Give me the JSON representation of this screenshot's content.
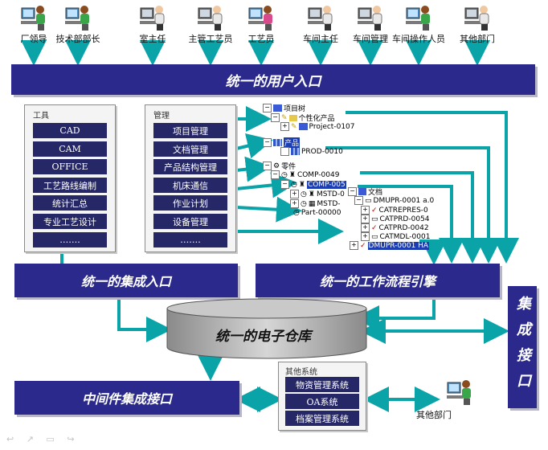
{
  "roles": [
    {
      "label": "厂领导",
      "icon": "female-operator-icon"
    },
    {
      "label": "技术部部长",
      "icon": "female-operator-icon"
    },
    {
      "label": "室主任",
      "icon": "male-operator-icon"
    },
    {
      "label": "主管工艺员",
      "icon": "male-operator-icon"
    },
    {
      "label": "工艺员",
      "icon": "female-operator-icon"
    },
    {
      "label": "车间主任",
      "icon": "male-operator-icon"
    },
    {
      "label": "车间管理",
      "icon": "male-operator-icon"
    },
    {
      "label": "车间操作人员",
      "icon": "female-operator-icon"
    },
    {
      "label": "其他部门",
      "icon": "male-operator-icon"
    }
  ],
  "banners": {
    "user_entry": "统一的用户入口",
    "integration_entry": "统一的集成入口",
    "workflow_engine": "统一的工作流程引擎",
    "repository": "统一的电子仓库",
    "middleware": "中间件集成接口",
    "integration_interface": "集成接口"
  },
  "tools_panel": {
    "title": "工具",
    "items": [
      "CAD",
      "CAM",
      "OFFICE",
      "工艺路线编制",
      "统计汇总",
      "专业工艺设计",
      "……."
    ]
  },
  "management_panel": {
    "title": "管理",
    "items": [
      "项目管理",
      "文档管理",
      "产品结构管理",
      "机床通信",
      "作业计划",
      "设备管理",
      "……."
    ]
  },
  "tree": {
    "project_folder": "项目树",
    "personal_product": "个性化产品",
    "project_id": "Project-0107",
    "product_folder": "产品",
    "product_id": "PROD-0010",
    "parts_folder": "零件",
    "comp_1": "COMP-0049",
    "comp_2": "COMP-005",
    "mstd_1": "MSTD-0",
    "mstd_2": "MSTD-",
    "part": "Part-00000",
    "doc_folder": "文档",
    "doc_1": "DMUPR-0001 a.0",
    "doc_2": "CATREPRES-0",
    "doc_3": "CATPRD-0054",
    "doc_4": "CATPRD-0042",
    "doc_5": "CATMDL-0001",
    "doc_6": "DMUPR-0001  HA"
  },
  "other_systems": {
    "title": "其他系统",
    "items": [
      "物资管理系统",
      "OA系统",
      "档案管理系统"
    ]
  },
  "other_dept_label": "其他部门",
  "colors": {
    "banner": "#2b2a8c",
    "button": "#262766",
    "arrow": "#0aa3a8",
    "page": "#ffffff"
  }
}
